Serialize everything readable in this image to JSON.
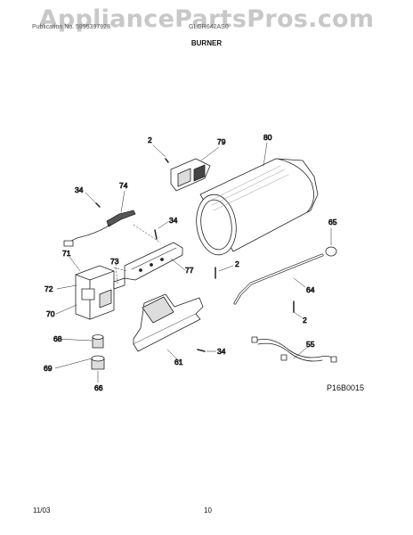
{
  "watermark": "AppliancePartsPros.com",
  "header": {
    "left_text": "Publication No. 5995397928",
    "right_text": "GLGR642AS0"
  },
  "section_title": "BURNER",
  "figure_code": "P16B0015",
  "footer": {
    "date": "11/03",
    "page": "10"
  },
  "callouts": {
    "c2a": "2",
    "c79": "79",
    "c80": "80",
    "c34a": "34",
    "c74": "74",
    "c34b": "34",
    "c65": "65",
    "c71": "71",
    "c73": "73",
    "c77": "77",
    "c2b": "2",
    "c72": "72",
    "c64": "64",
    "c70": "70",
    "c2c": "2",
    "c68": "68",
    "c55": "55",
    "c34c": "34",
    "c61": "61",
    "c69": "69",
    "c66": "66"
  }
}
